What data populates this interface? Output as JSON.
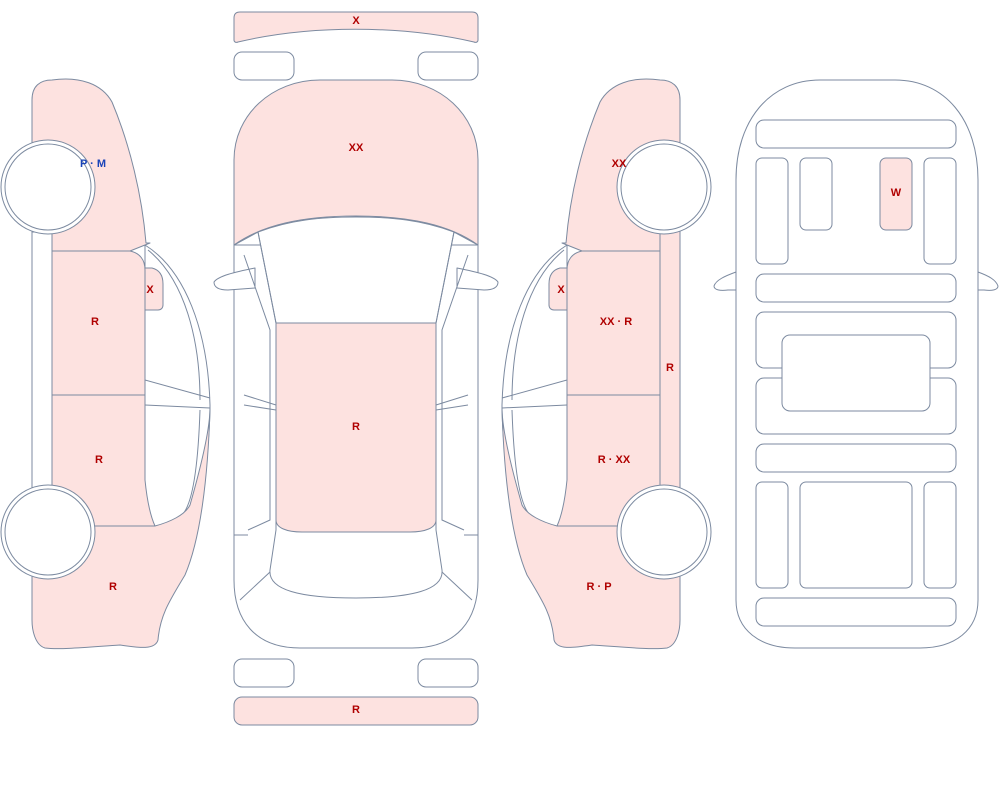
{
  "colors": {
    "damaged_fill": "#fde2e0",
    "outline": "#7c8aa0",
    "code_red": "#b00000",
    "code_blue": "#1a44b8"
  },
  "marks": {
    "front_bumper": "X",
    "hood": "XX",
    "roof": "R",
    "rear_bumper": "R",
    "left_front_fender": "P · M",
    "left_mirror": "X",
    "left_front_door": "R",
    "left_rear_door": "R",
    "left_rear_quarter": "R",
    "right_front_fender": "XX",
    "right_mirror": "X",
    "right_front_door": "XX · R",
    "right_rear_door": "R · XX",
    "right_sill": "R",
    "right_rear_quarter": "R · P",
    "frame_rail_panel": "W"
  }
}
